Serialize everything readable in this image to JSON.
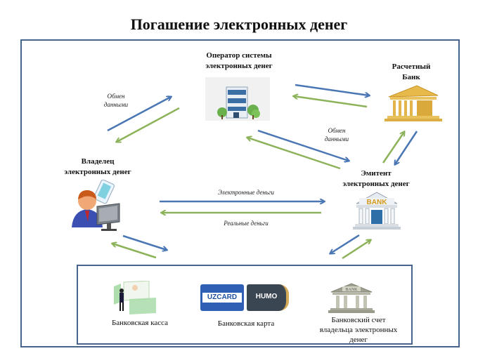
{
  "title": "Погашение электронных денег",
  "nodes": {
    "operator": {
      "label_line1": "Оператор системы",
      "label_line2": "электронных денег",
      "icon": "office-building-icon"
    },
    "settlement_bank": {
      "label_line1": "Расчетный",
      "label_line2": "Банк",
      "icon": "gold-bank-icon"
    },
    "owner": {
      "label_line1": "Владелец",
      "label_line2": "электронных денег",
      "icon": "user-computer-phone-icon"
    },
    "issuer": {
      "label_line1": "Эмитент",
      "label_line2": "электронных денег",
      "icon": "bank-building-icon"
    }
  },
  "edge_labels": {
    "owner_operator_line1": "Обмен",
    "owner_operator_line2": "данными",
    "operator_issuer_line1": "Обмен",
    "operator_issuer_line2": "данными",
    "electronic_money": "Электронные деньги",
    "real_money": "Реальные  деньги"
  },
  "bottom": {
    "cashdesk": {
      "label": "Банковская  касса",
      "icon": "bank-teller-icon"
    },
    "card": {
      "label": "Банковская  карта",
      "uzcard": "UZCARD",
      "humo": "HUMO",
      "icon": "bank-cards-icon"
    },
    "account": {
      "label_line1": "Банковский счет",
      "label_line2": "владельца  электронных",
      "label_line3": "денег",
      "icon": "bank-account-icon"
    }
  },
  "colors": {
    "frame": "#46648c",
    "arrow_blue": "#4a77b4",
    "arrow_green": "#8db35a"
  }
}
